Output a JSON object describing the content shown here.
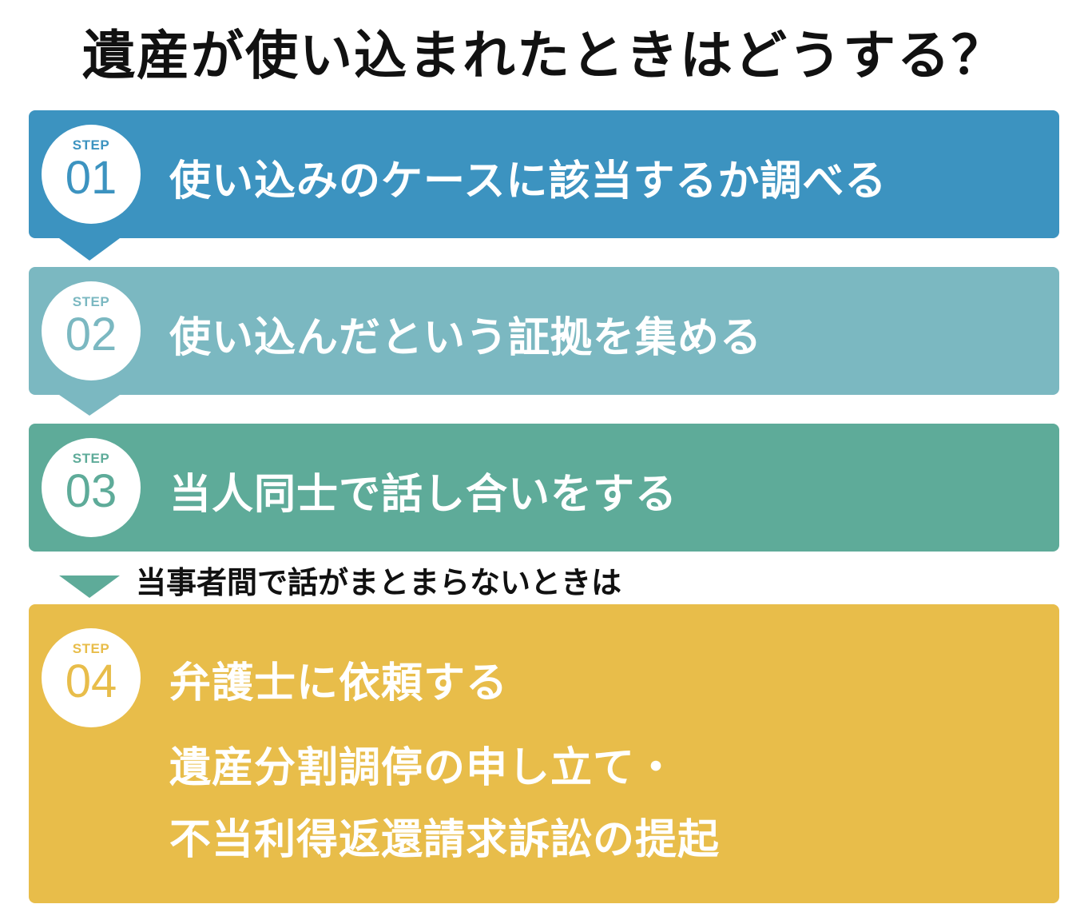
{
  "title": "遺産が使い込まれたときはどうする？",
  "colors": {
    "step1": "#3c93c0",
    "step2": "#7bb8c1",
    "step3": "#5eab99",
    "step4": "#e8bd4a",
    "text_dark": "#111111",
    "text_light": "#ffffff"
  },
  "steps": [
    {
      "label": "STEP",
      "number": "01",
      "title": "使い込みのケースに該当するか調べる"
    },
    {
      "label": "STEP",
      "number": "02",
      "title": "使い込んだという証拠を集める"
    },
    {
      "label": "STEP",
      "number": "03",
      "title": "当人同士で話し合いをする"
    },
    {
      "label": "STEP",
      "number": "04",
      "title": "弁護士に依頼する",
      "details": [
        "遺産分割調停の申し立て・",
        "不当利得返還請求訴訟の提起"
      ]
    }
  ],
  "transition_note": "当事者間で話がまとまらないときは",
  "icons": {
    "arrow": "down-triangle"
  }
}
